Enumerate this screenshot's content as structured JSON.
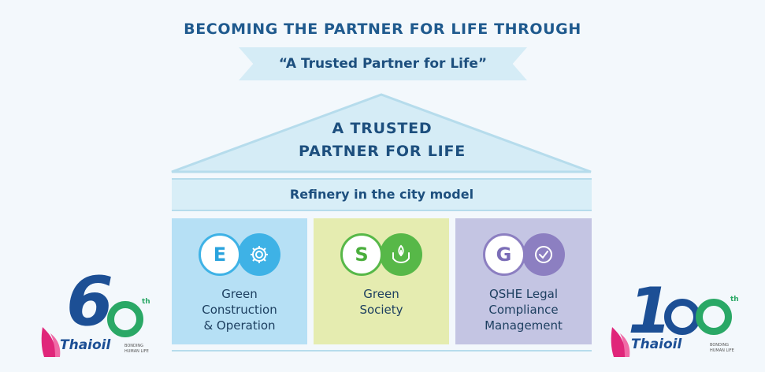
{
  "header": {
    "title": "BECOMING THE PARTNER FOR LIFE THROUGH"
  },
  "banner": {
    "tagline": "“A Trusted Partner for Life”"
  },
  "roof": {
    "text": "A TRUSTED\nPARTNER FOR LIFE"
  },
  "band": {
    "label": "Refinery in the city model"
  },
  "pillars": [
    {
      "letter": "E",
      "icon": "gear-icon",
      "text": "Green\nConstruction\n& Operation",
      "color": "#3eb2e6"
    },
    {
      "letter": "S",
      "icon": "hands-leaf-icon",
      "text": "Green\nSociety",
      "color": "#57b848"
    },
    {
      "letter": "G",
      "icon": "check-circle-icon",
      "text": "QSHE Legal\nCompliance\nManagement",
      "color": "#8c7fc1"
    }
  ],
  "logo_left": {
    "number": "6",
    "suffix": "th",
    "brand": "Thaioil",
    "subtext": "BONDING\nHUMAN LIFE"
  },
  "logo_right": {
    "number": "1",
    "suffix": "th",
    "brand": "Thaioil",
    "subtext": "BONDING\nHUMAN LIFE"
  }
}
